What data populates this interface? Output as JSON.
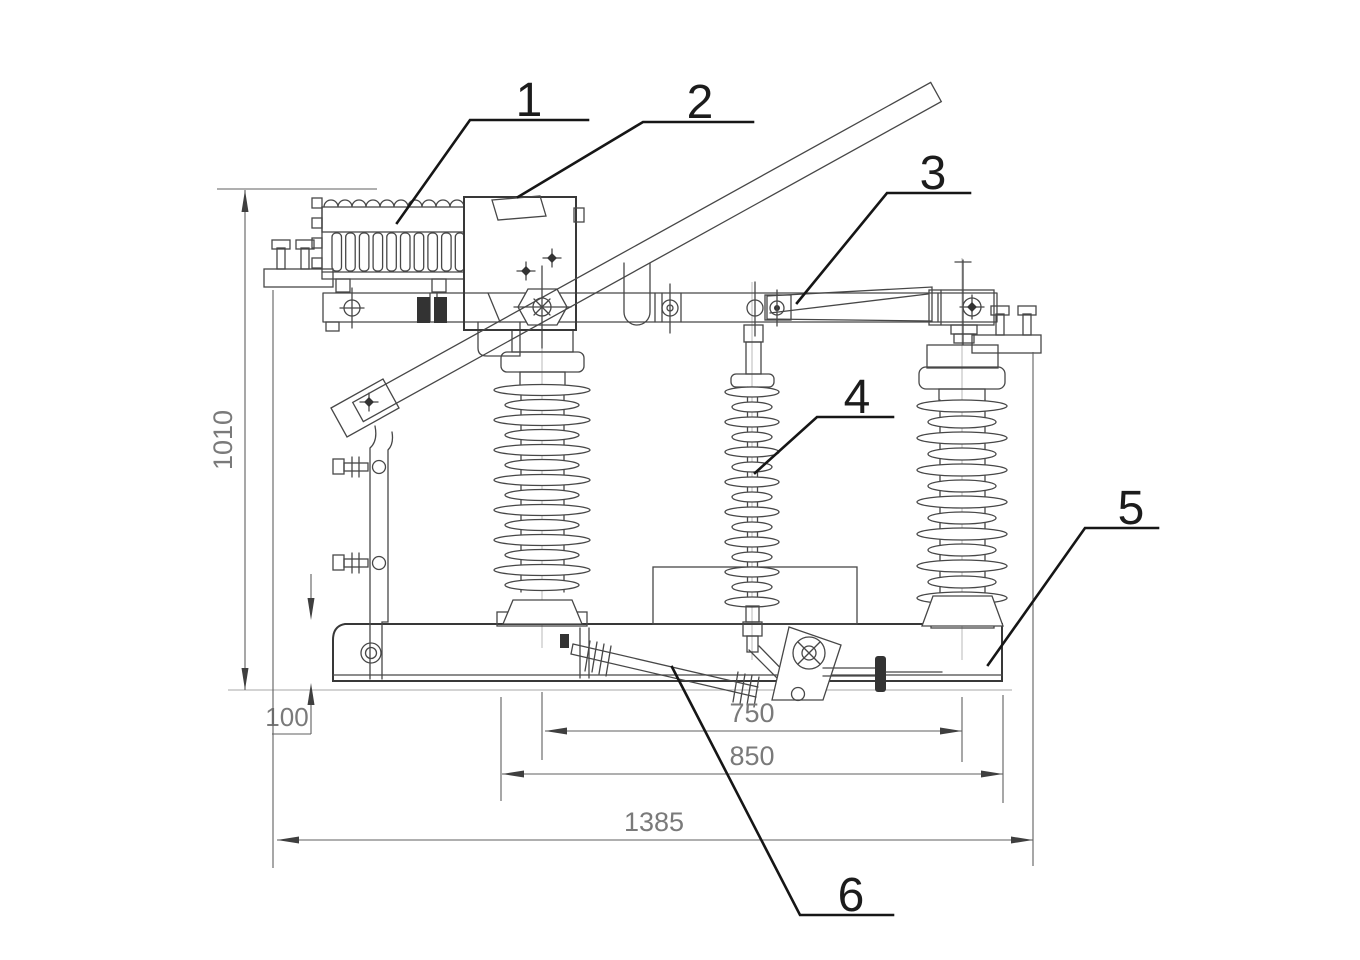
{
  "drawing": {
    "background": "#ffffff",
    "line_color": "#474747",
    "leader_color": "#161616",
    "dim_text_color": "#7a7a7a"
  },
  "callouts": [
    {
      "number": "1"
    },
    {
      "number": "2"
    },
    {
      "number": "3"
    },
    {
      "number": "4"
    },
    {
      "number": "5"
    },
    {
      "number": "6"
    }
  ],
  "dimensions": {
    "overall_height": "1010",
    "base_height": "100",
    "span_inner": "750",
    "span_outer": "850",
    "overall_length": "1385"
  }
}
